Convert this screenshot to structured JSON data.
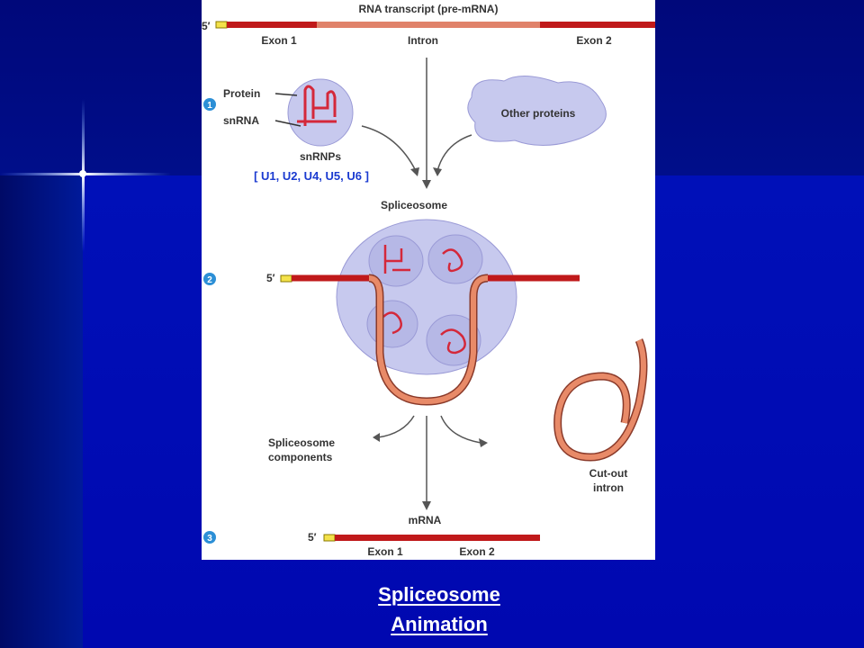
{
  "figure": {
    "transcript_title": "RNA transcript (pre-mRNA)",
    "five_prime": "5′",
    "exon1": "Exon 1",
    "intron": "Intron",
    "exon2": "Exon 2",
    "protein": "Protein",
    "snrna": "snRNA",
    "snrnps": "snRNPs",
    "snrnp_list": "[ U1, U2, U4, U5, U6 ]",
    "other_proteins": "Other proteins",
    "spliceosome": "Spliceosome",
    "components_line1": "Spliceosome",
    "components_line2": "components",
    "cutout_line1": "Cut-out",
    "cutout_line2": "intron",
    "mrna": "mRNA",
    "step1": "1",
    "step2": "2",
    "step3": "3"
  },
  "link": {
    "line1": "Spliceosome",
    "line2": "Animation"
  }
}
